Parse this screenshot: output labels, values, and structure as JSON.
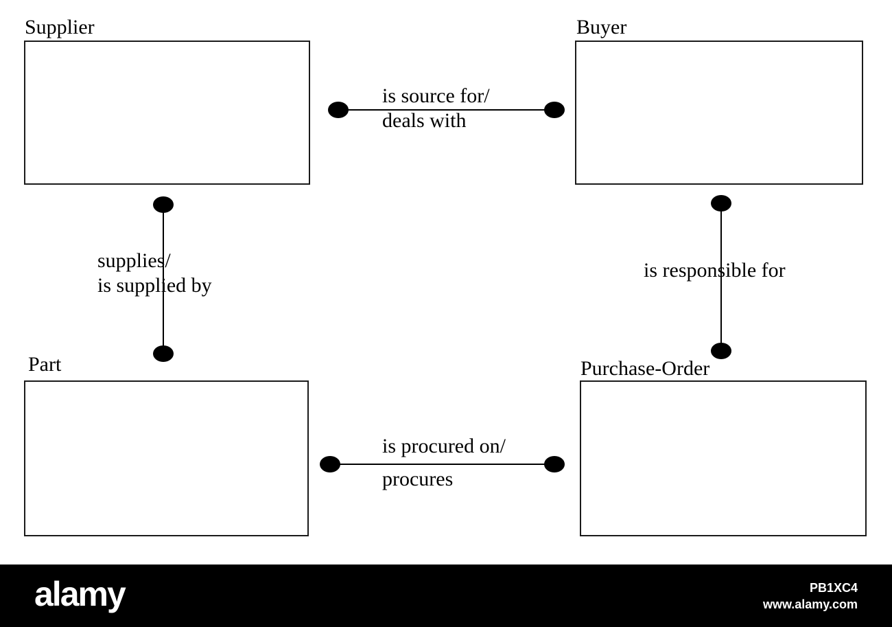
{
  "entities": {
    "supplier": "Supplier",
    "buyer": "Buyer",
    "part": "Part",
    "purchase_order": "Purchase-Order"
  },
  "relationships": {
    "supplier_buyer": {
      "line1": "is source for/",
      "line2": "deals with"
    },
    "supplier_part": {
      "line1": "supplies/",
      "line2": "is supplied by"
    },
    "buyer_purchase_order": {
      "line1": "is responsible for"
    },
    "part_purchase_order": {
      "line1": "is procured on/",
      "line2": "procures"
    }
  },
  "watermark": {
    "logo": "alamy",
    "image_id": "PB1XC4",
    "url": "www.alamy.com"
  }
}
